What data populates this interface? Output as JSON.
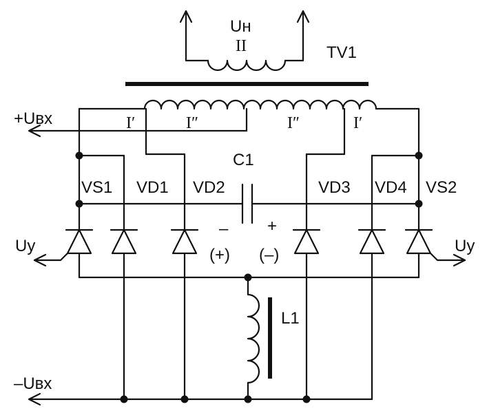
{
  "transformer": {
    "label": "TV1",
    "secondary_label": "II",
    "load_label": "Uн"
  },
  "primary_labels": {
    "outer_left": "I′",
    "inner_left": "I″",
    "inner_right": "I″",
    "outer_right": "I′"
  },
  "input": {
    "plus": "+Uвх",
    "minus": "–Uвх"
  },
  "capacitor": {
    "label": "C1",
    "minus": "–",
    "plus": "+",
    "alt_left": "(+)",
    "alt_right": "(–)"
  },
  "devices": {
    "vs1": "VS1",
    "vd1": "VD1",
    "vd2": "VD2",
    "vd3": "VD3",
    "vd4": "VD4",
    "vs2": "VS2"
  },
  "control": {
    "left": "Uу",
    "right": "Uу"
  },
  "inductor": {
    "label": "L1"
  }
}
